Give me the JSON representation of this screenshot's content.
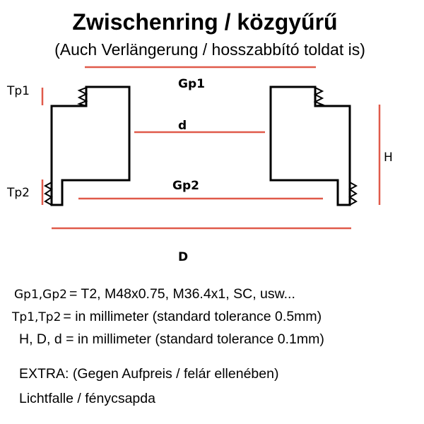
{
  "title": "Zwischenring / közgyűrű",
  "subtitle": "(Auch Verlängerung / hosszabbító toldat is)",
  "labels": {
    "gp1": "Gp1",
    "gp2": "Gp2",
    "d_small": "d",
    "d_large": "D",
    "h": "H",
    "tp1": "Tp1",
    "tp2": "Tp2"
  },
  "notes": [
    {
      "prefix": "Gp1,Gp2",
      "text": "= T2, M48x0.75, M36.4x1, SC, usw..."
    },
    {
      "prefix": "Tp1,Tp2",
      "text": "= in millimeter (standard tolerance 0.5mm)"
    },
    {
      "prefix": "",
      "text": "H, D, d = in millimeter (standard tolerance 0.1mm)"
    }
  ],
  "extra": [
    "EXTRA: (Gegen Aufpreis / felár ellenében)",
    "Lichtfalle / fénycsapda"
  ],
  "colors": {
    "dimension_line": "#e05a4a",
    "outline": "#000000"
  }
}
